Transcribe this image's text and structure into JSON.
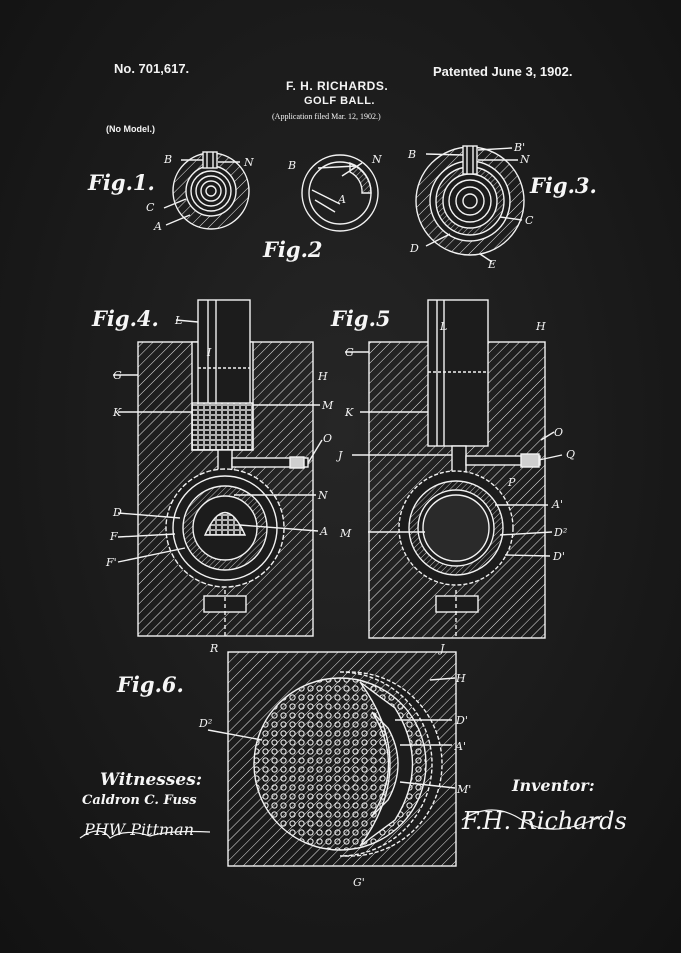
{
  "header": {
    "patent_number": "No. 701,617.",
    "patent_date": "Patented June 3, 1902.",
    "inventor": "F. H. RICHARDS.",
    "title": "GOLF BALL.",
    "application": "(Application filed Mar. 12, 1902.)",
    "model": "(No Model.)"
  },
  "figures": {
    "fig1": "Fig.1.",
    "fig2": "Fig.2",
    "fig3": "Fig.3.",
    "fig4": "Fig.4.",
    "fig5": "Fig.5",
    "fig6": "Fig.6."
  },
  "labels": {
    "B": "B",
    "N": "N",
    "C": "C",
    "A": "A",
    "B_prime": "B'",
    "D": "D",
    "E": "E",
    "L": "L",
    "G": "G",
    "H": "H",
    "K": "K",
    "M": "M",
    "O": "O",
    "J": "J",
    "F": "F",
    "F_prime": "F'",
    "A_prime": "A'",
    "D2": "D²",
    "D_prime": "D'",
    "Q": "Q",
    "P": "P",
    "R": "R",
    "G_prime": "G'",
    "M_prime": "M'",
    "I": "I"
  },
  "signatures": {
    "witnesses_heading": "Witnesses:",
    "witness_1": "Caldron C. Fuss",
    "witness_2": "PHW Pittman",
    "inventor_heading": "Inventor:",
    "inventor_signature": "F.H. Richards"
  },
  "colors": {
    "background": "#1b1b1b",
    "ink": "#f2f2f2"
  }
}
